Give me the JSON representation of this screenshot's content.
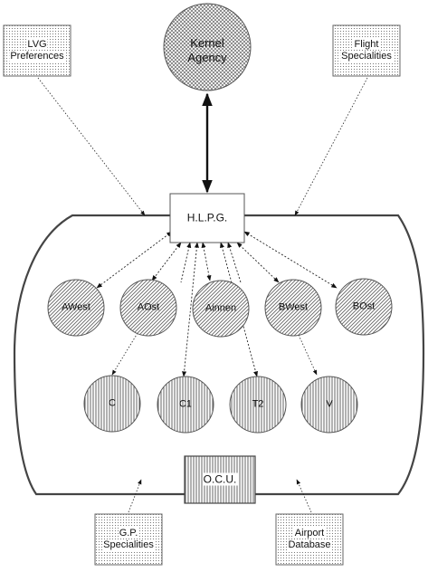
{
  "corner_boxes": {
    "lvg": [
      "LVG",
      "Preferences"
    ],
    "flight": [
      "Flight",
      "Specialities"
    ],
    "gp": [
      "G.P.",
      "Specialities"
    ],
    "airport": [
      "Airport",
      "Database"
    ]
  },
  "kernel": [
    "Kernel",
    "Agency"
  ],
  "hlpg": "H.L.P.G.",
  "ocu": "O.C.U.",
  "agents_row1": [
    "AWest",
    "AOst",
    "Ainnen",
    "BWest",
    "BOst"
  ],
  "agents_row2": [
    "C",
    "C1",
    "T2",
    "V"
  ],
  "colors": {
    "line": "#333333",
    "hatch": "#555555",
    "fill": "#ffffff"
  }
}
